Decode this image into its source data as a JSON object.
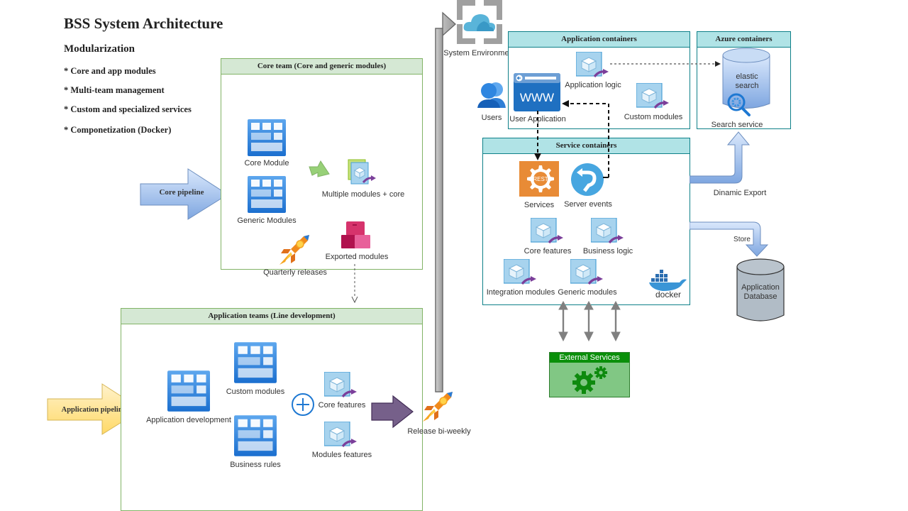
{
  "header": {
    "title": "BSS System Architecture",
    "subtitle": "Modularization",
    "bullets": [
      "* Core and app modules",
      "* Multi-team management",
      "* Custom and specialized services",
      "* Componetization (Docker)"
    ]
  },
  "pipelines": {
    "core": "Core pipeline",
    "application": "Application pipeline"
  },
  "core_team": {
    "title": "Core team (Core and generic modules)",
    "core_module": "Core Module",
    "generic_modules": "Generic Modules",
    "multiple_modules": "Multiple modules + core",
    "exported_modules": "Exported modules",
    "quarterly_releases": "Quarterly releases"
  },
  "app_teams": {
    "title": "Application teams (Line development)",
    "application_development": "Application development",
    "custom_modules": "Custom modules",
    "business_rules": "Business rules",
    "core_features": "Core features",
    "modules_features": "Modules features",
    "release": "Release bi-weekly"
  },
  "environment": {
    "system_environment": "System Environment",
    "users": "Users"
  },
  "app_containers": {
    "title": "Application containers",
    "application_logic": "Application logic",
    "user_application": "User Application",
    "custom_modules": "Custom modules",
    "www": "WWW"
  },
  "azure_containers": {
    "title": "Azure containers",
    "db_label_1": "elastic",
    "db_label_2": "search",
    "search_service": "Search service"
  },
  "service_containers": {
    "title": "Service containers",
    "services": "Services",
    "rest": "REST",
    "server_events": "Server events",
    "core_features": "Core features",
    "business_logic": "Business logic",
    "integration_modules": "Integration modules",
    "generic_modules": "Generic modules",
    "docker": "docker"
  },
  "flows": {
    "dynamic_export": "Dinamic Export",
    "store": "Store"
  },
  "database": {
    "line1": "Application",
    "line2": "Database"
  },
  "external": {
    "title": "External Services"
  }
}
